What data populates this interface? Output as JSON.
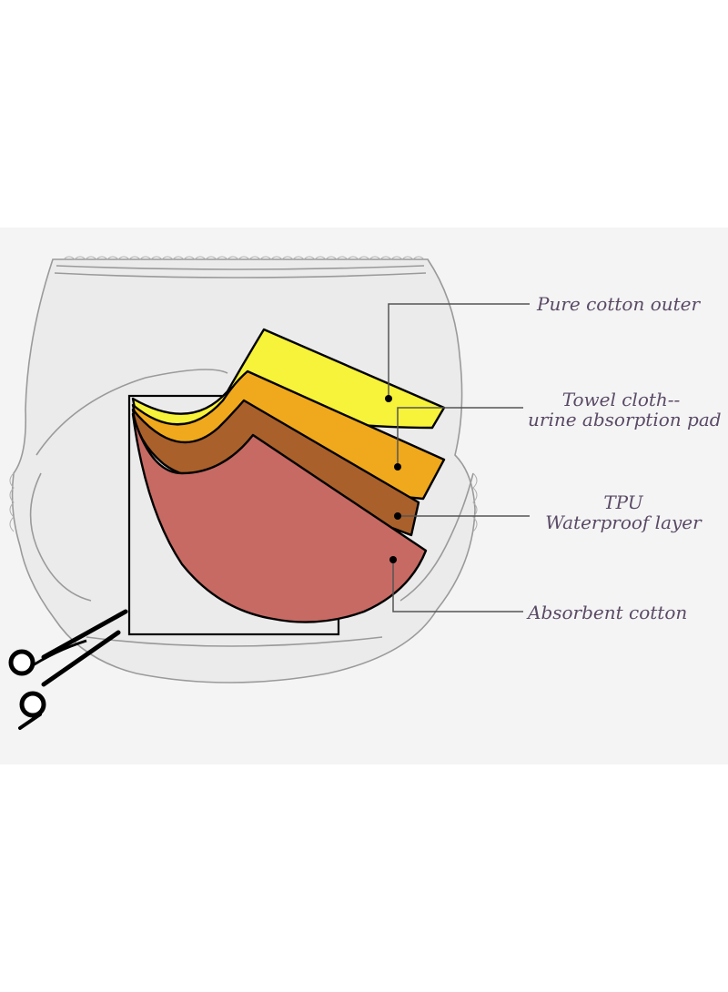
{
  "labels": {
    "pure_cotton_outer": "Pure cotton outer",
    "towel_cloth_line1": "Towel cloth--",
    "towel_cloth_line2": "urine absorption pad",
    "tpu_line1": "TPU",
    "tpu_line2": "Waterproof layer",
    "absorbent_cotton": "Absorbent cotton"
  },
  "colors": {
    "panel_background": "#f4f4f4",
    "outer_layer": "#f7f23a",
    "towel_layer": "#f0a91c",
    "tpu_layer": "#a9602b",
    "absorbent_layer": "#c76a64",
    "outline": "#000000",
    "label_text": "#5a4a66"
  },
  "icons": {
    "cut_tool": "scissors-icon"
  }
}
